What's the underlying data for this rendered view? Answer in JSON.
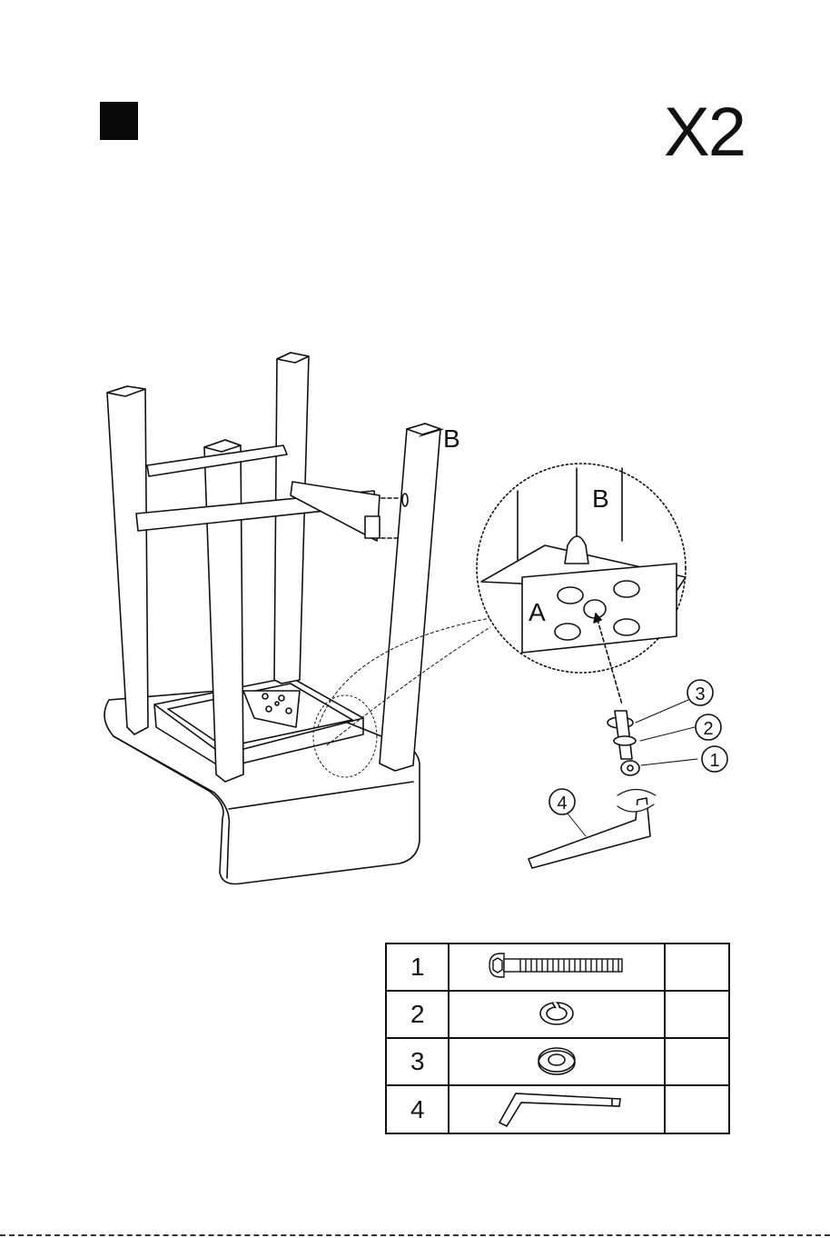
{
  "page": {
    "quantity_label": "X2",
    "background": "#ffffff",
    "ink": "#111111"
  },
  "diagram": {
    "leg_label_main": "B",
    "zoom_label_b": "B",
    "zoom_label_a": "A",
    "callouts": [
      "1",
      "2",
      "3",
      "4"
    ]
  },
  "parts": [
    {
      "number": "1",
      "icon": "bolt-icon",
      "count": ""
    },
    {
      "number": "2",
      "icon": "split-washer-icon",
      "count": ""
    },
    {
      "number": "3",
      "icon": "flat-washer-icon",
      "count": ""
    },
    {
      "number": "4",
      "icon": "allen-key-icon",
      "count": ""
    }
  ]
}
